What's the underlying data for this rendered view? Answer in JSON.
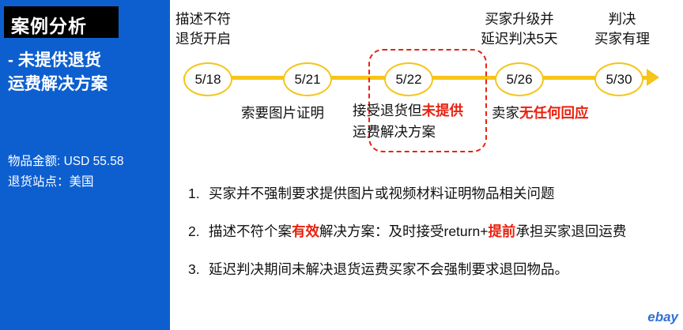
{
  "sidebar": {
    "title": "案例分析",
    "subtitle": "- 未提供退货\n运费解决方案",
    "amount_label": "物品金额: USD 55.58",
    "site_label": "退货站点：美国",
    "bg_color": "#0d5fd0",
    "title_bg_color": "#000000"
  },
  "timeline": {
    "line_color": "#f5c518",
    "nodes": [
      {
        "date": "5/18",
        "above": "描述不符\n退货开启",
        "below": ""
      },
      {
        "date": "5/21",
        "above": "",
        "below": "索要图片证明"
      },
      {
        "date": "5/22",
        "above": "",
        "below_part1": "接受退货但",
        "below_red": "未提供",
        "below_part2": "运费解决方案",
        "highlighted": true
      },
      {
        "date": "5/26",
        "above": "买家升级并\n延迟判决5天",
        "below_part1": "卖家",
        "below_red": "无任何回应"
      },
      {
        "date": "5/30",
        "above": "判决\n买家有理",
        "below": ""
      }
    ],
    "highlight_color": "#e8220f"
  },
  "list": {
    "items": [
      {
        "num": "1.",
        "segments": [
          {
            "text": "买家并不强制要求提供图片或视频材料证明物品相关问题",
            "style": "plain"
          }
        ]
      },
      {
        "num": "2.",
        "segments": [
          {
            "text": "描述不符个案",
            "style": "plain"
          },
          {
            "text": "有效",
            "style": "red"
          },
          {
            "text": "解决方案：及时接受return+",
            "style": "plain"
          },
          {
            "text": "提前",
            "style": "red"
          },
          {
            "text": "承担买家退回运费",
            "style": "plain"
          }
        ]
      },
      {
        "num": "3.",
        "segments": [
          {
            "text": "延迟判决期间未解决退货运费买家不会强制要求退回物品。",
            "style": "plain"
          }
        ]
      }
    ]
  },
  "logo": {
    "text": "ebay",
    "color": "#2e6fd9"
  }
}
